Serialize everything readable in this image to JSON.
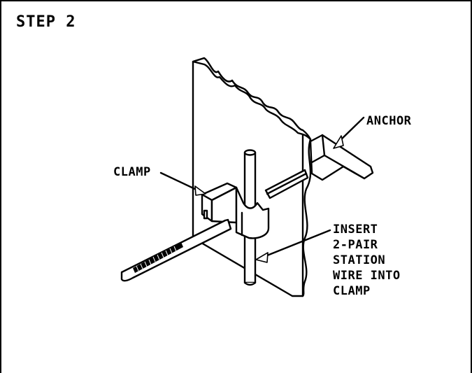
{
  "step": {
    "title": "STEP 2"
  },
  "labels": {
    "anchor": "ANCHOR",
    "clamp": "CLAMP",
    "insert": "INSERT\n2-PAIR\nSTATION\nWIRE INTO\nCLAMP"
  },
  "colors": {
    "line": "#000000",
    "background": "#ffffff"
  }
}
